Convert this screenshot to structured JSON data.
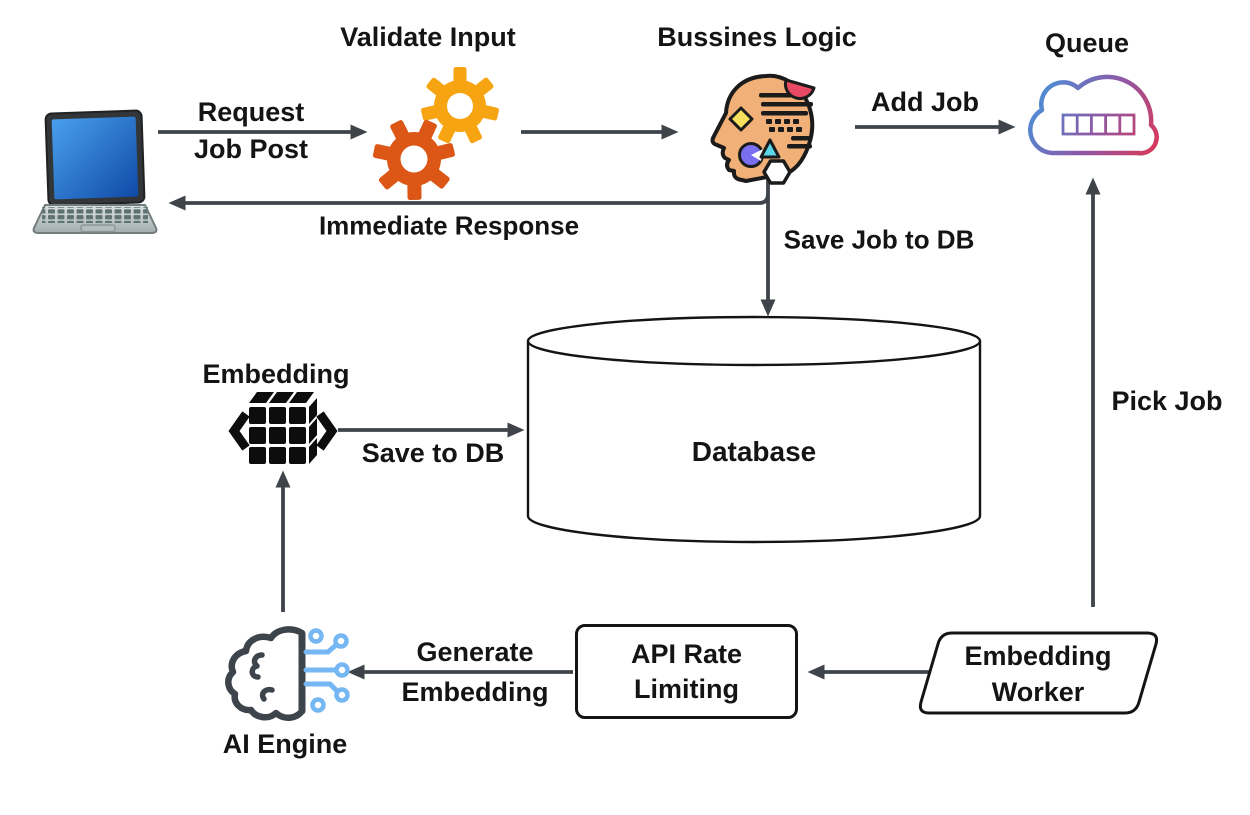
{
  "colors": {
    "arrow": "#3f444b",
    "text": "#141414",
    "shape_border": "#141414",
    "gear_amber": "#F6A412",
    "gear_orange": "#DC5615",
    "cloud_blue": "#4a90d8",
    "cloud_mid": "#8a5aa8",
    "cloud_red": "#d6395c",
    "brain_outline": "#3e444c",
    "circuit_blue": "#74b7f2",
    "head_skin": "#F0B077",
    "diamond_yellow": "#F6E05E",
    "pacman_purple": "#7a6ff0",
    "triangle_cyan": "#5bd6e8",
    "semicircle_red": "#e84a63",
    "cube_black": "#0d0d0d",
    "screen_blue_1": "#4aa0ec",
    "screen_blue_2": "#0f4aa8",
    "laptop_silver_1": "#dce1e1",
    "laptop_silver_2": "#a3adad",
    "laptop_key": "#5f7272"
  },
  "nodes": {
    "validate_input": {
      "title": "Validate Input"
    },
    "business_logic": {
      "title": "Bussines Logic"
    },
    "queue": {
      "title": "Queue"
    },
    "database": {
      "label": "Database"
    },
    "embedding": {
      "title": "Embedding"
    },
    "ai_engine": {
      "title": "AI Engine"
    },
    "api_rate_limiting": {
      "line1": "API Rate",
      "line2": "Limiting"
    },
    "embedding_worker": {
      "line1": "Embedding",
      "line2": "Worker"
    }
  },
  "edges": {
    "request_job_post": {
      "line1": "Request",
      "line2": "Job Post"
    },
    "immediate_response": {
      "label": "Immediate Response"
    },
    "add_job": {
      "label": "Add Job"
    },
    "save_job_to_db": {
      "label": "Save Job to DB"
    },
    "pick_job": {
      "label": "Pick Job"
    },
    "save_to_db": {
      "label": "Save to DB"
    },
    "generate_embedding": {
      "line1": "Generate",
      "line2": "Embedding"
    }
  },
  "icons": {
    "laptop": "laptop-icon",
    "gears": "gears-icon",
    "thinking_head": "thinking-head-icon",
    "queue_cloud": "cloud-queue-icon",
    "embedding_matrix": "matrix-cube-icon",
    "ai_brain": "brain-circuit-icon"
  }
}
